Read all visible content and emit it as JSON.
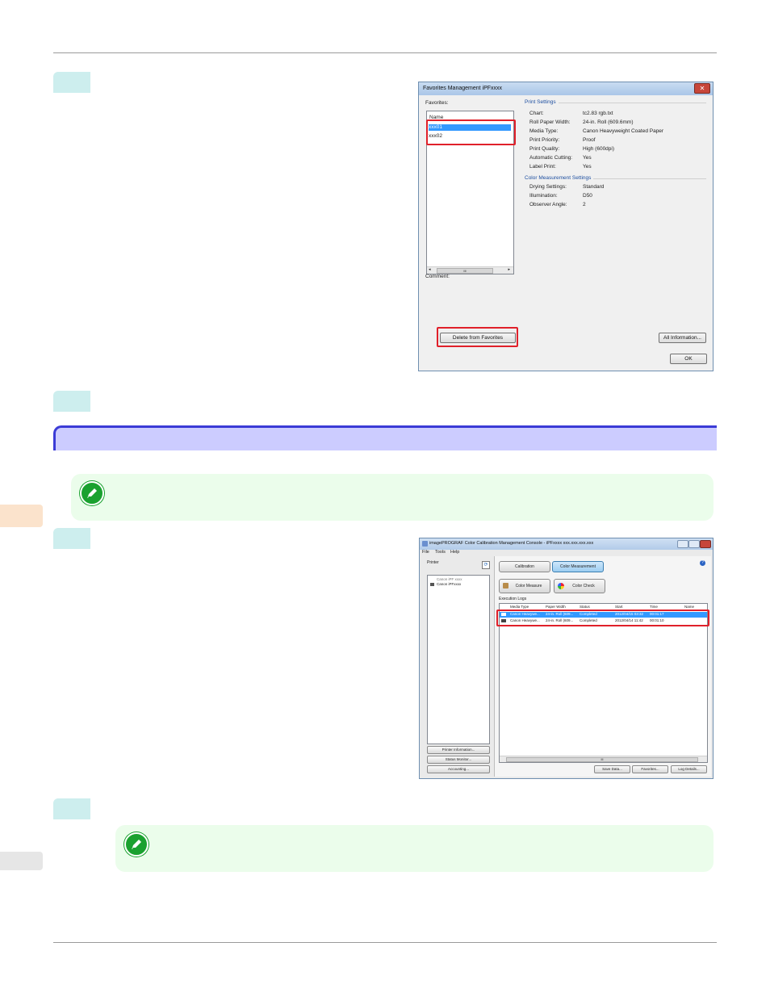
{
  "dialog1": {
    "title": "Favorites Management iPFxxxx",
    "close": "✕",
    "favorites_label": "Favorites:",
    "name_header": "Name",
    "items": [
      "xxx01",
      "xxx02"
    ],
    "scroll_mid": "III",
    "comment_label": "Comment:",
    "delete_button": "Delete from Favorites",
    "all_info_button": "All Information...",
    "ok_button": "OK",
    "print_settings_title": "Print Settings",
    "print_settings": [
      {
        "k": "Chart:",
        "v": "tc2.83 rgb.txt"
      },
      {
        "k": "Roll Paper Width:",
        "v": "24-in. Roll (609.6mm)"
      },
      {
        "k": "Media Type:",
        "v": "Canon Heavyweight Coated Paper"
      },
      {
        "k": "Print Priority:",
        "v": "Proof"
      },
      {
        "k": "Print Quality:",
        "v": "High (600dpi)"
      },
      {
        "k": "Automatic Cutting:",
        "v": "Yes"
      },
      {
        "k": "Label Print:",
        "v": "Yes"
      }
    ],
    "color_settings_title": "Color Measurement Settings",
    "color_settings": [
      {
        "k": "Drying Settings:",
        "v": "Standard"
      },
      {
        "k": "Illumination:",
        "v": "D50"
      },
      {
        "k": "Observer Angle:",
        "v": "2"
      }
    ]
  },
  "console": {
    "title": "imagePROGRAF Color Calibration Management Console - iPFxxxx xxx.xxx.xxx.xxx",
    "menu": [
      "File",
      "Tools",
      "Help"
    ],
    "printer_label": "Printer",
    "printer_group": "Canon iPF xxxx",
    "printer_item": "Canon iPFxxxx",
    "tabs": [
      "Calibration",
      "Color Measurement"
    ],
    "color_measure_btn": "Color Measure",
    "color_check_btn": "Color Check",
    "logs_label": "Execution Logs",
    "columns": [
      "Media Type",
      "Paper Width",
      "Status",
      "Start",
      "Time",
      "Name"
    ],
    "rows": [
      {
        "media": "Canon Heavywe...",
        "width": "24-in. Roll (609...",
        "status": "Completed",
        "start": "2012/04/15 03:32",
        "time": "00:01:17"
      },
      {
        "media": "Canon Heavywe...",
        "width": "24-in. Roll (609...",
        "status": "Completed",
        "start": "2012/04/14 11:42",
        "time": "00:01:10"
      }
    ],
    "left_buttons": [
      "Printer Information...",
      "Status Monitor...",
      "Accounting..."
    ],
    "bottom_buttons": [
      "Save Data...",
      "Favorites...",
      "Log Details..."
    ],
    "scroll_mid": "III",
    "help": "?"
  },
  "colors": {
    "step_bg": "#cdeeee",
    "section_bar": "#ccccff",
    "section_border": "#3b3bd6",
    "note_bg": "#ebfdeb",
    "note_icon": "#1aa12f",
    "highlight_red": "#e0202a",
    "side_tab_orange": "#fbe3cc",
    "side_tab_gray": "#e6e6e6"
  }
}
